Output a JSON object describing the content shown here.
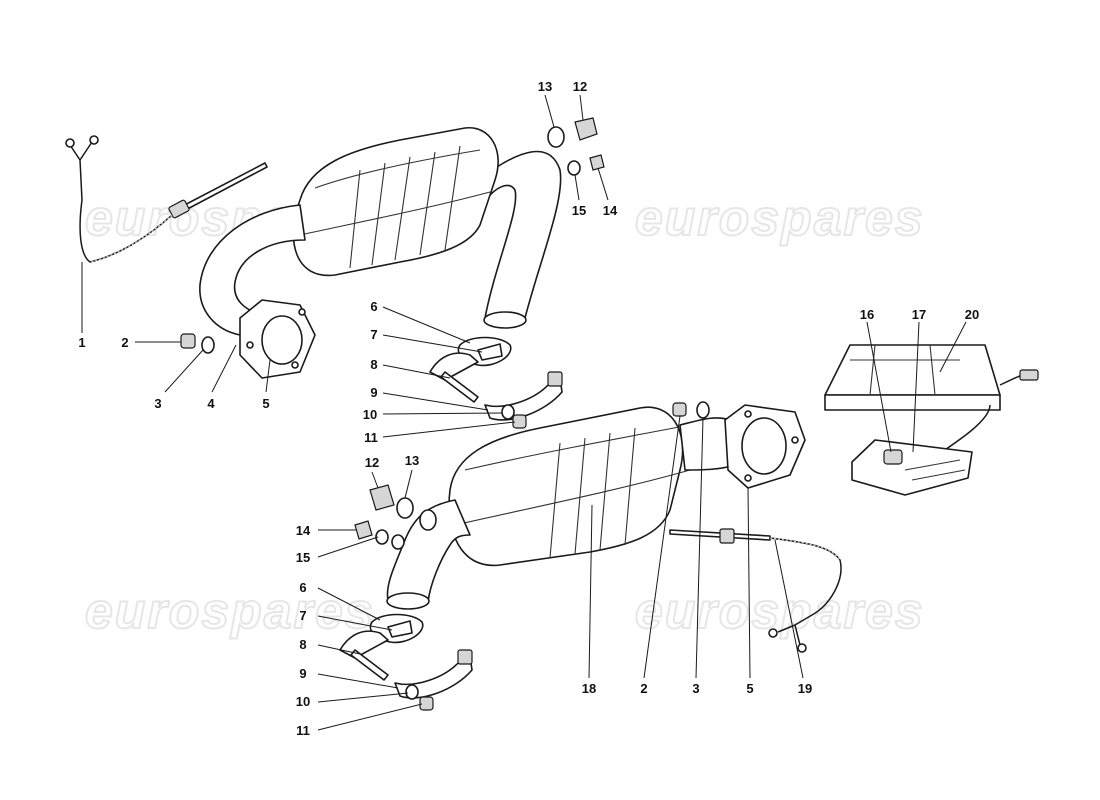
{
  "watermark": "eurospares",
  "callouts": {
    "top_left": {
      "c1": "1",
      "c2": "2",
      "c3": "3",
      "c4": "4",
      "c5": "5"
    },
    "top_right_pipe": {
      "c13": "13",
      "c12": "12",
      "c15": "15",
      "c14": "14"
    },
    "middle_clamp": {
      "c6": "6",
      "c7": "7",
      "c8": "8",
      "c9": "9",
      "c10": "10",
      "c11": "11"
    },
    "ecu": {
      "c16": "16",
      "c17": "17",
      "c20": "20"
    },
    "lower_left": {
      "c12": "12",
      "c13": "13",
      "c14": "14",
      "c15": "15",
      "c6": "6",
      "c7": "7",
      "c8": "8",
      "c9": "9",
      "c10": "10",
      "c11": "11"
    },
    "lower_right": {
      "c18": "18",
      "c2": "2",
      "c3": "3",
      "c5": "5",
      "c19": "19"
    }
  }
}
